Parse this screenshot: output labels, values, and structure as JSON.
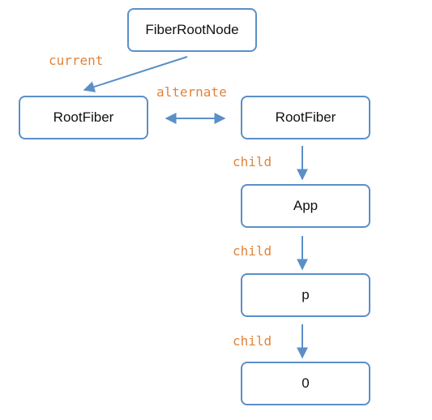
{
  "diagram": {
    "nodes": {
      "fiber_root_node": "FiberRootNode",
      "root_fiber_current": "RootFiber",
      "root_fiber_alternate": "RootFiber",
      "app": "App",
      "p": "p",
      "text_zero": "0"
    },
    "edge_labels": {
      "current": "current",
      "alternate": "alternate",
      "child_1": "child",
      "child_2": "child",
      "child_3": "child"
    }
  },
  "colors": {
    "node_border": "#5b8fc7",
    "arrow": "#5b8fc7",
    "label": "#e0843c",
    "text": "#111111"
  }
}
